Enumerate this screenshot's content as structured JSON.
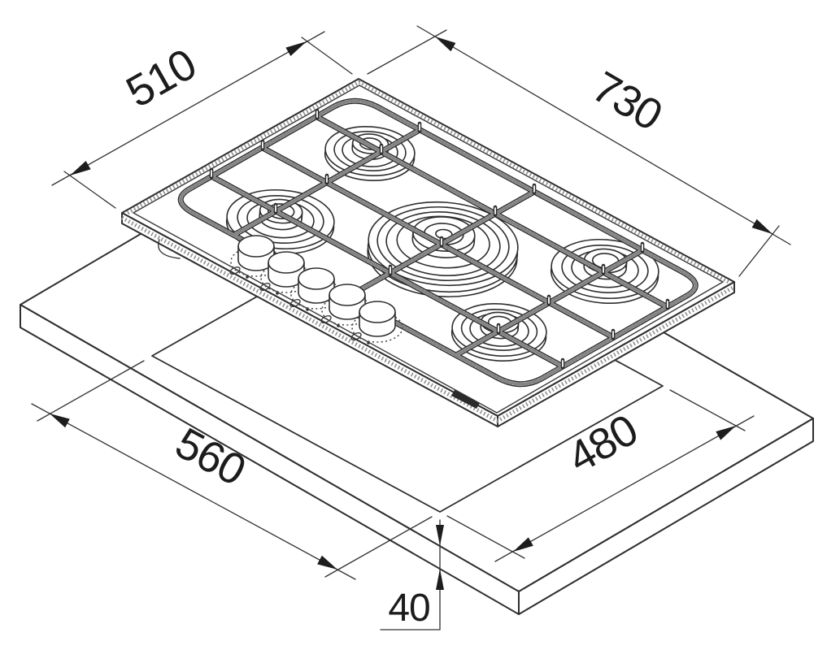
{
  "drawing": {
    "type": "isometric installation drawing",
    "subject": "5-burner built-in gas hob above worktop with cutout",
    "units": "mm",
    "dimensions": {
      "hob_depth": {
        "label": "510"
      },
      "hob_width": {
        "label": "730"
      },
      "cutout_width": {
        "label": "560"
      },
      "cutout_depth": {
        "label": "480"
      },
      "worktop_thickness": {
        "label": "40"
      }
    },
    "hob": {
      "burner_count": 5,
      "burners": [
        "back-left",
        "front-left",
        "center-wok",
        "back-right",
        "front-right"
      ],
      "knob_count": 5,
      "pan_support": "cast grid with 3x3 rails",
      "brand_plate": "logo plate on front rim"
    },
    "colors": {
      "line": "#2e2e2e",
      "background": "#ffffff",
      "logo": "#2b2b2b"
    }
  }
}
